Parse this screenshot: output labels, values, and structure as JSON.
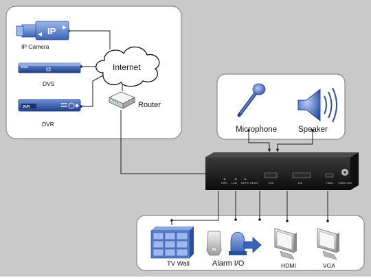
{
  "devices": {
    "ip_camera": {
      "label": "IP Camera",
      "badge": "IP"
    },
    "dvs": {
      "label": "DVS",
      "badge": "DVS"
    },
    "dvr": {
      "label": "DVR",
      "badge": "DVR"
    },
    "internet": {
      "label": "Internet"
    },
    "router": {
      "label": "Router"
    }
  },
  "audio": {
    "microphone": {
      "label": "Microphone"
    },
    "speaker": {
      "label": "Speaker"
    }
  },
  "decoder": {
    "front_labels": [
      "PWR",
      "LINK",
      "NET'S",
      "RESET"
    ],
    "back_labels": [
      "VGA",
      "DVI",
      "HDMI",
      "VIDEO OUT"
    ]
  },
  "outputs": {
    "tv_wall": {
      "label": "TV Wall"
    },
    "alarm": {
      "label": "Alarm I/O"
    },
    "hdmi": {
      "label": "HDMI"
    },
    "vga": {
      "label": "VGA"
    }
  },
  "colors": {
    "background": "#c9c9c9",
    "panel": "#ffffff",
    "device_dark": "#1a1a1a",
    "accent_blue": "#2b4f9e"
  }
}
